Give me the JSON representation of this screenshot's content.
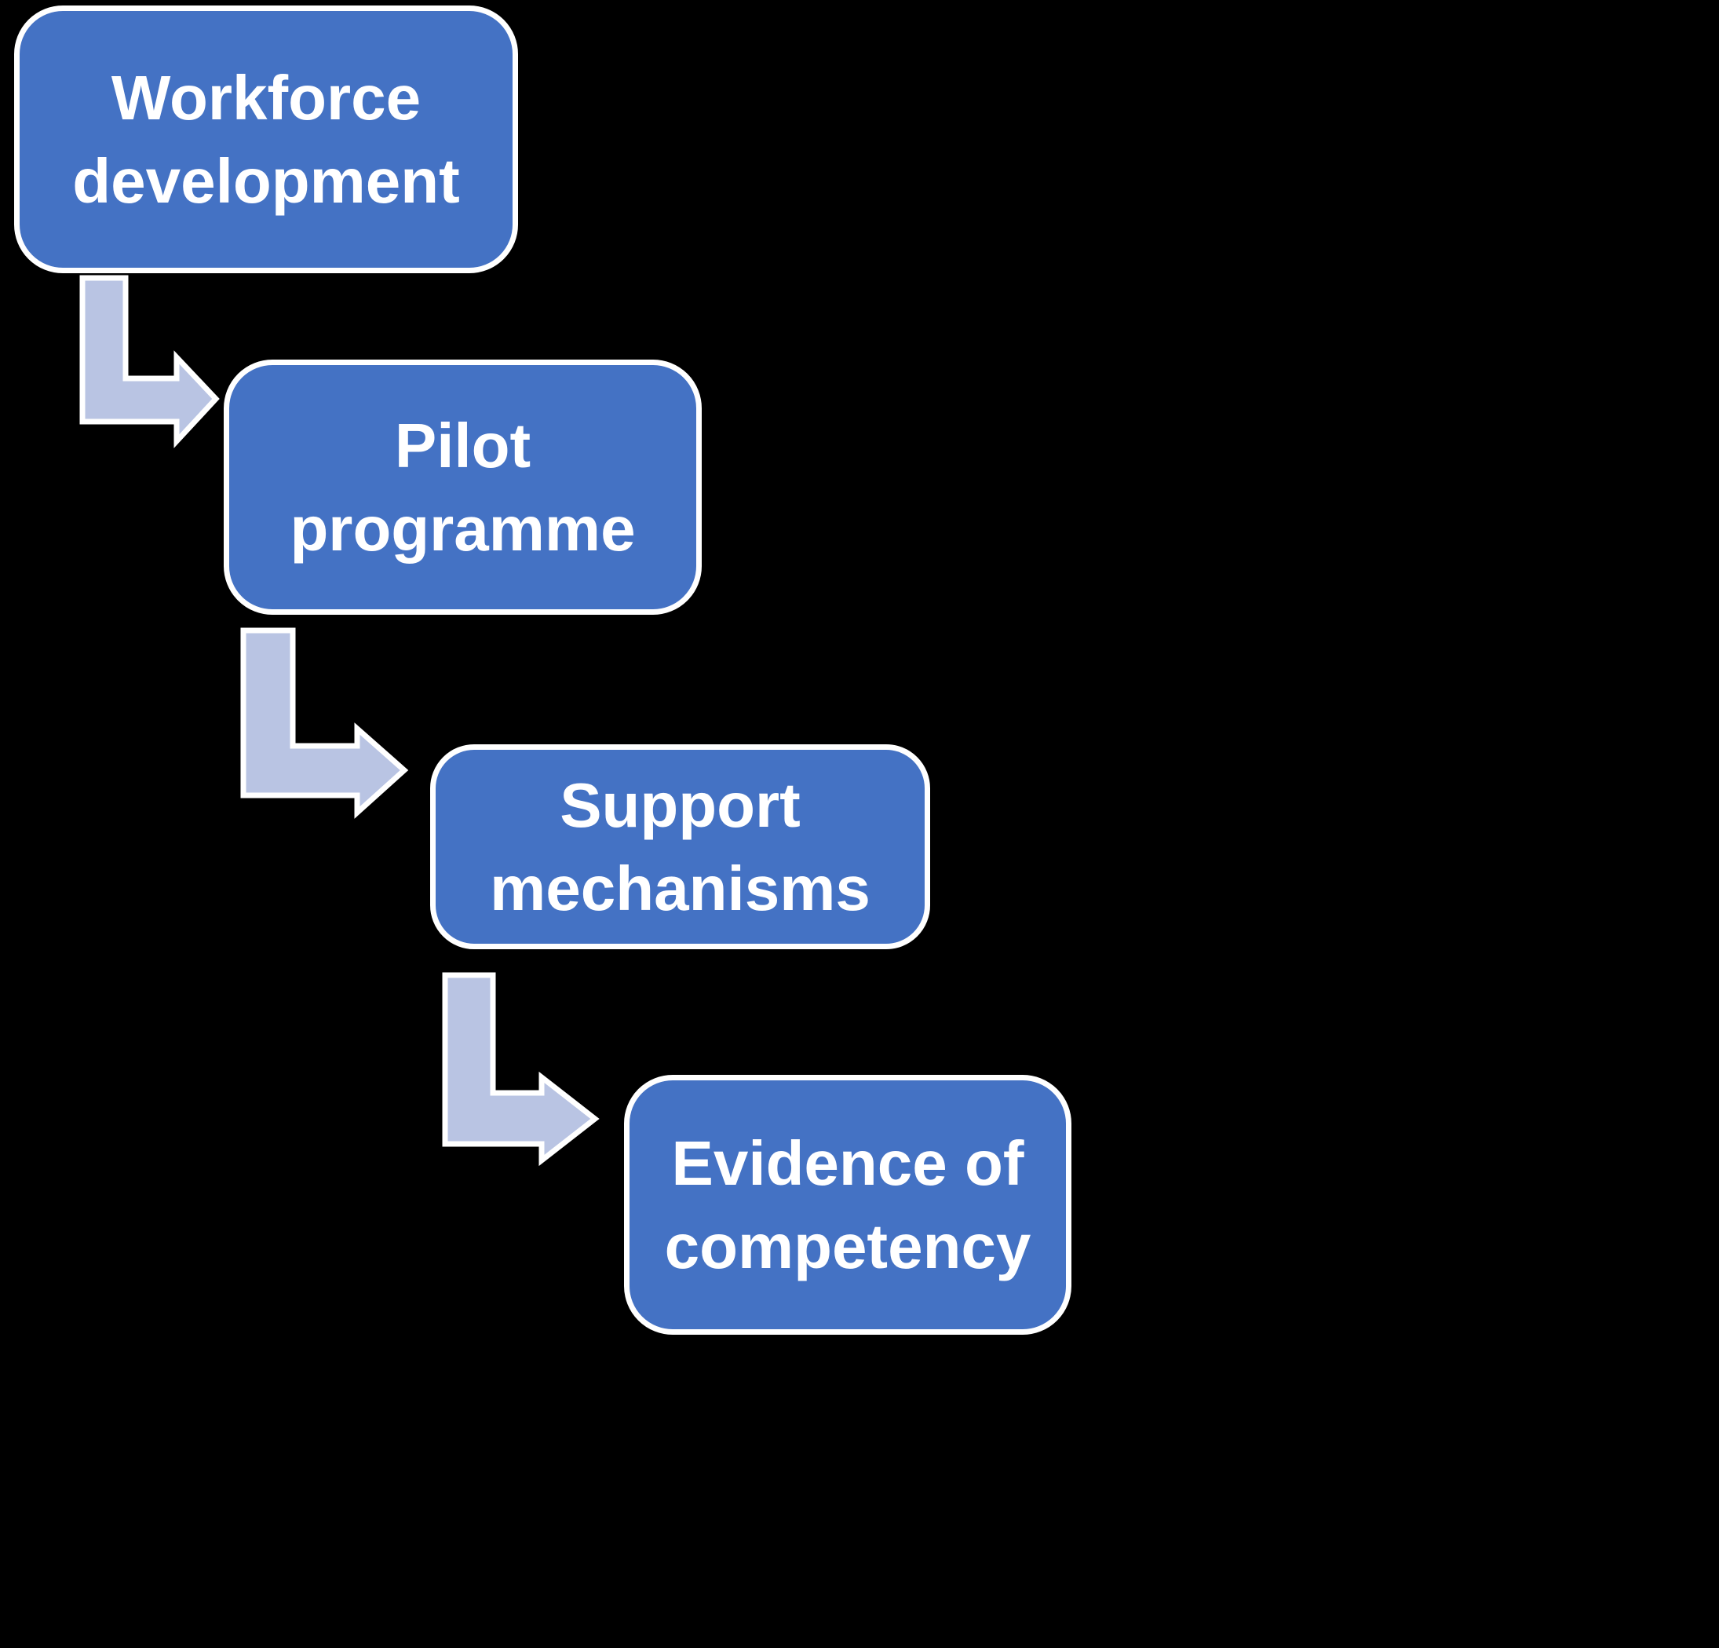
{
  "background_color": "#000000",
  "diagram": {
    "type": "step-down-process",
    "node_fill": "#4472C4",
    "node_border": "#FFFFFF",
    "node_text_color": "#FFFFFF",
    "arrow_fill": "#B9C4E3",
    "arrow_border": "#FFFFFF",
    "nodes": [
      {
        "id": "workforce-development",
        "label": "Workforce\ndevelopment"
      },
      {
        "id": "pilot-programme",
        "label": "Pilot\nprogramme"
      },
      {
        "id": "support-mechanisms",
        "label": "Support\nmechanisms"
      },
      {
        "id": "evidence-of-competency",
        "label": "Evidence of\ncompetency"
      }
    ],
    "connections": [
      {
        "from": "workforce-development",
        "to": "pilot-programme"
      },
      {
        "from": "pilot-programme",
        "to": "support-mechanisms"
      },
      {
        "from": "support-mechanisms",
        "to": "evidence-of-competency"
      }
    ]
  }
}
